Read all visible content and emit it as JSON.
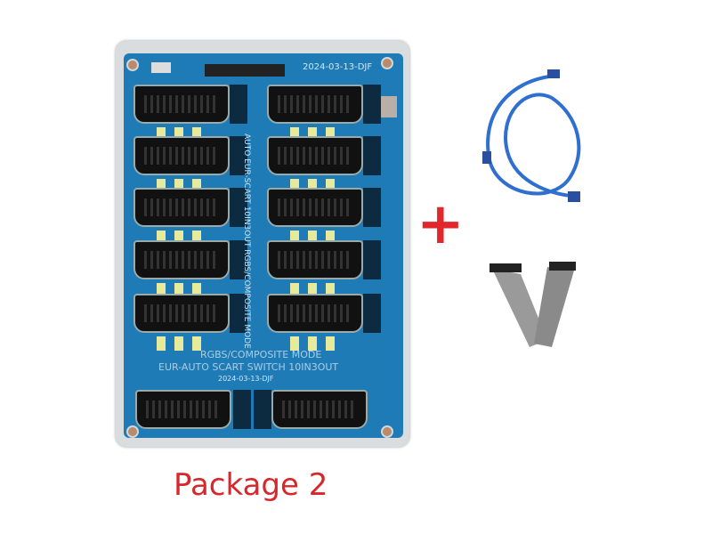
{
  "product": {
    "board_date_label": "2024-03-13-DJF",
    "board_mode_label": "RGBS/COMPOSITE MODE",
    "board_model_label": "EUR-AUTO SCART SWITCH 10IN3OUT",
    "board_vertical_label": "AUTO EUR-SCART 10IN3OUT RGBS/COMPOSITE MODE",
    "board_date_label_2": "2024-03-13-DJF"
  },
  "plus_sign": "+",
  "caption": "Package 2",
  "colors": {
    "pcb": "#1f7bb5",
    "caption": "#d9262a",
    "usb_cable": "#2f6fd0",
    "ribbon_cable": "#8a8a8a"
  }
}
